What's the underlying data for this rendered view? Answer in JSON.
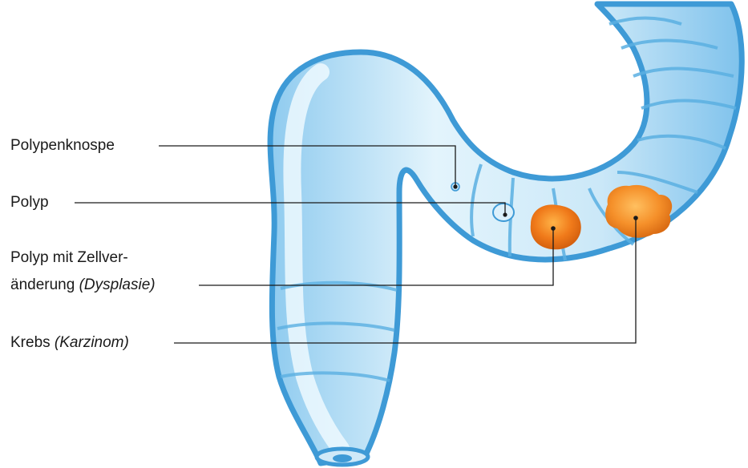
{
  "labels": {
    "polypenknospe": "Polypenknospe",
    "polyp": "Polyp",
    "dysplasia_line1": "Polyp mit Zellver-",
    "dysplasia_line2_main": "änderung ",
    "dysplasia_line2_italic": "(Dysplasie)",
    "krebs_main": "Krebs ",
    "krebs_italic": "(Karzinom)"
  },
  "colors": {
    "intestine_outer": "#4aa6dd",
    "intestine_fill": "#cfe9f8",
    "intestine_highlight": "#eef8fd",
    "polyp_orange": "#f07a1a",
    "tumor_orange": "#f5902a",
    "leader_line": "#1a1a1a",
    "text": "#1a1a1a"
  }
}
